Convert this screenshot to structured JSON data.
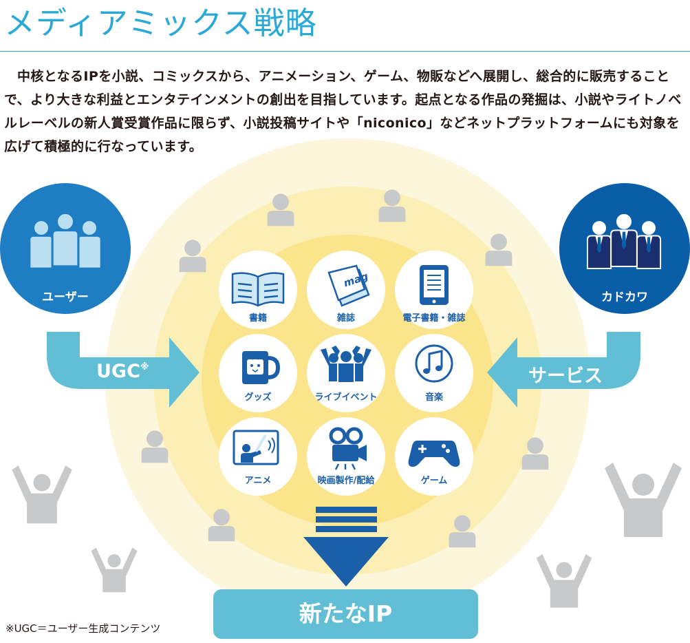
{
  "header": {
    "title": "メディアミックス戦略"
  },
  "intro": {
    "text": "中核となるIPを小説、コミックスから、アニメーション、ゲーム、物販などへ展開し、総合的に販売することで、より大きな利益とエンタテインメントの創出を目指しています。起点となる作品の発掘は、小説やライトノベルレーベルの新人賞受賞作品に限らず、小説投稿サイトや「niconico」などネットプラットフォームにも対象を広げて積極的に行なっています。"
  },
  "diagram": {
    "user": {
      "label": "ユーザー",
      "icon": "users-group-icon"
    },
    "kadokawa": {
      "label": "カドカワ",
      "icon": "business-people-icon"
    },
    "ugc_arrow": {
      "label": "UGC",
      "mark": "※"
    },
    "service_arrow": {
      "label": "サービス"
    },
    "media": [
      {
        "label": "書籍",
        "icon": "book-icon"
      },
      {
        "label": "雑誌",
        "icon": "magazine-icon"
      },
      {
        "label": "電子書籍・雑誌",
        "icon": "tablet-icon"
      },
      {
        "label": "グッズ",
        "icon": "mug-icon"
      },
      {
        "label": "ライブイベント",
        "icon": "cheering-crowd-icon"
      },
      {
        "label": "音楽",
        "icon": "music-note-icon"
      },
      {
        "label": "アニメ",
        "icon": "anime-screen-icon"
      },
      {
        "label": "映画製作/配給",
        "icon": "film-projector-icon"
      },
      {
        "label": "ゲーム",
        "icon": "gamepad-icon"
      }
    ],
    "result": {
      "label": "新たなIP"
    }
  },
  "footnote": {
    "text": "※UGC＝ユーザー生成コンテンツ"
  },
  "colors": {
    "title": "#2aa9d6",
    "user_circle": "#1f7ec3",
    "kadokawa_circle": "#0a5ea8",
    "arrow": "#62bed4",
    "icon": "#1a5fa8",
    "person_gray": "#c8c9ca",
    "glow_outer": "#fcf7dc",
    "glow_mid": "#fbefb6",
    "glow_inner": "#fae48c"
  }
}
